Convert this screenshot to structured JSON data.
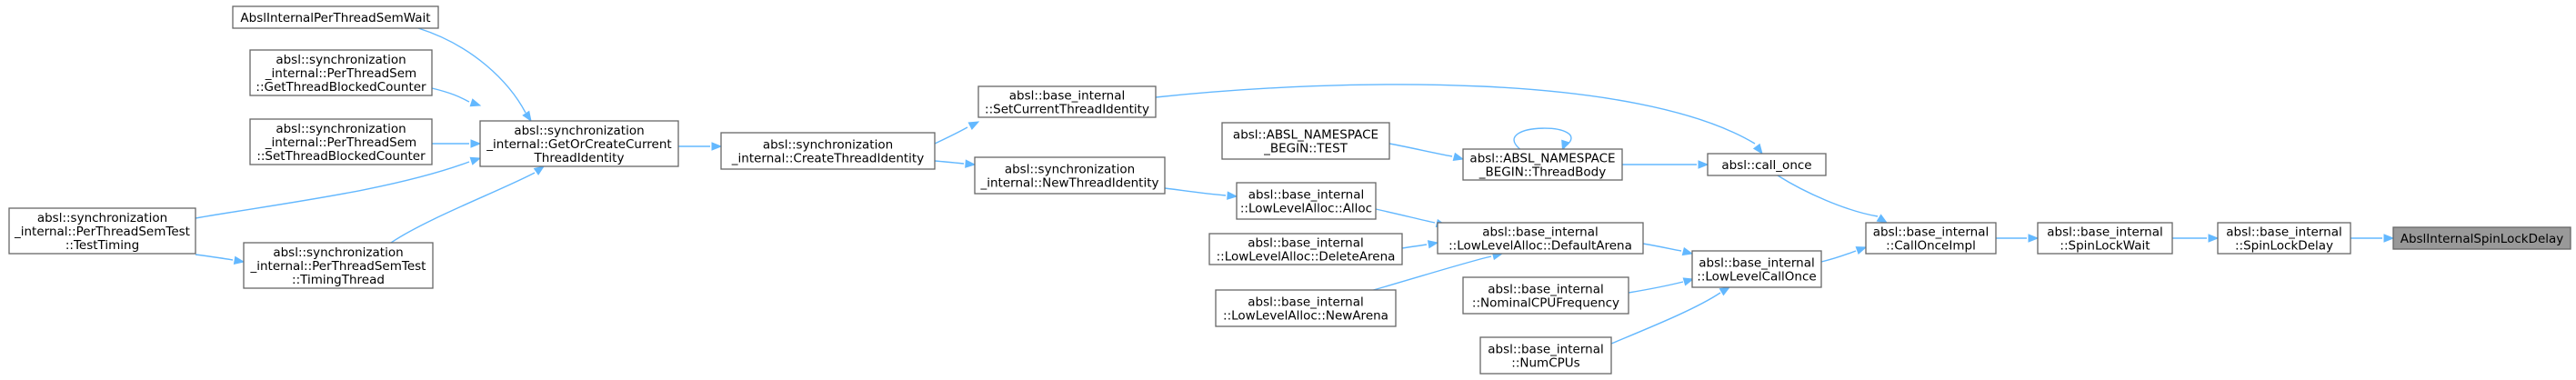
{
  "graph": {
    "colors": {
      "edge": "#63b8ff",
      "node_border": "#666666",
      "root_fill": "#999999"
    },
    "nodes": [
      {
        "id": "n_root",
        "lines": [
          "AbslInternalSpinLockDelay"
        ],
        "root": true
      },
      {
        "id": "n_spinlockdelay",
        "lines": [
          "absl::base_internal",
          "::SpinLockDelay"
        ]
      },
      {
        "id": "n_spinlockwait",
        "lines": [
          "absl::base_internal",
          "::SpinLockWait"
        ]
      },
      {
        "id": "n_calloncempl",
        "lines": [
          "absl::base_internal",
          "::CallOnceImpl"
        ]
      },
      {
        "id": "n_call_once",
        "lines": [
          "absl::call_once"
        ]
      },
      {
        "id": "n_lowlevelcallonce",
        "lines": [
          "absl::base_internal",
          "::LowLevelCallOnce"
        ]
      },
      {
        "id": "n_threadbody",
        "lines": [
          "absl::ABSL_NAMESPACE",
          "_BEGIN::ThreadBody"
        ]
      },
      {
        "id": "n_test",
        "lines": [
          "absl::ABSL_NAMESPACE",
          "_BEGIN::TEST"
        ]
      },
      {
        "id": "n_setcurrentthreadidentity",
        "lines": [
          "absl::base_internal",
          "::SetCurrentThreadIdentity"
        ]
      },
      {
        "id": "n_defaultarena",
        "lines": [
          "absl::base_internal",
          "::LowLevelAlloc::DefaultArena"
        ]
      },
      {
        "id": "n_nominalcpu",
        "lines": [
          "absl::base_internal",
          "::NominalCPUFrequency"
        ]
      },
      {
        "id": "n_numcpus",
        "lines": [
          "absl::base_internal",
          "::NumCPUs"
        ]
      },
      {
        "id": "n_alloc",
        "lines": [
          "absl::base_internal",
          "::LowLevelAlloc::Alloc"
        ]
      },
      {
        "id": "n_deletearena",
        "lines": [
          "absl::base_internal",
          "::LowLevelAlloc::DeleteArena"
        ]
      },
      {
        "id": "n_newarena",
        "lines": [
          "absl::base_internal",
          "::LowLevelAlloc::NewArena"
        ]
      },
      {
        "id": "n_newthreadidentity",
        "lines": [
          "absl::synchronization",
          "_internal::NewThreadIdentity"
        ]
      },
      {
        "id": "n_createthreadidentity",
        "lines": [
          "absl::synchronization",
          "_internal::CreateThreadIdentity"
        ]
      },
      {
        "id": "n_getorcreate",
        "lines": [
          "absl::synchronization",
          "_internal::GetOrCreateCurrent",
          "ThreadIdentity"
        ]
      },
      {
        "id": "n_semwait",
        "lines": [
          "AbslInternalPerThreadSemWait"
        ]
      },
      {
        "id": "n_getblocked",
        "lines": [
          "absl::synchronization",
          "_internal::PerThreadSem",
          "::GetThreadBlockedCounter"
        ]
      },
      {
        "id": "n_setblocked",
        "lines": [
          "absl::synchronization",
          "_internal::PerThreadSem",
          "::SetThreadBlockedCounter"
        ]
      },
      {
        "id": "n_timingthread",
        "lines": [
          "absl::synchronization",
          "_internal::PerThreadSemTest",
          "::TimingThread"
        ]
      },
      {
        "id": "n_testtiming",
        "lines": [
          "absl::synchronization",
          "_internal::PerThreadSemTest",
          "::TestTiming"
        ]
      }
    ],
    "edges": [
      {
        "from": "n_spinlockdelay",
        "to": "n_root"
      },
      {
        "from": "n_spinlockwait",
        "to": "n_spinlockdelay"
      },
      {
        "from": "n_calloncempl",
        "to": "n_spinlockwait"
      },
      {
        "from": "n_call_once",
        "to": "n_calloncempl"
      },
      {
        "from": "n_lowlevelcallonce",
        "to": "n_calloncempl"
      },
      {
        "from": "n_threadbody",
        "to": "n_call_once"
      },
      {
        "from": "n_threadbody",
        "to": "n_threadbody"
      },
      {
        "from": "n_test",
        "to": "n_threadbody"
      },
      {
        "from": "n_setcurrentthreadidentity",
        "to": "n_call_once"
      },
      {
        "from": "n_defaultarena",
        "to": "n_lowlevelcallonce"
      },
      {
        "from": "n_nominalcpu",
        "to": "n_lowlevelcallonce"
      },
      {
        "from": "n_numcpus",
        "to": "n_lowlevelcallonce"
      },
      {
        "from": "n_alloc",
        "to": "n_defaultarena"
      },
      {
        "from": "n_deletearena",
        "to": "n_defaultarena"
      },
      {
        "from": "n_newarena",
        "to": "n_defaultarena"
      },
      {
        "from": "n_newthreadidentity",
        "to": "n_alloc"
      },
      {
        "from": "n_createthreadidentity",
        "to": "n_setcurrentthreadidentity"
      },
      {
        "from": "n_createthreadidentity",
        "to": "n_newthreadidentity"
      },
      {
        "from": "n_getorcreate",
        "to": "n_createthreadidentity"
      },
      {
        "from": "n_semwait",
        "to": "n_getorcreate"
      },
      {
        "from": "n_getblocked",
        "to": "n_getorcreate"
      },
      {
        "from": "n_setblocked",
        "to": "n_getorcreate"
      },
      {
        "from": "n_timingthread",
        "to": "n_getorcreate"
      },
      {
        "from": "n_testtiming",
        "to": "n_getorcreate"
      },
      {
        "from": "n_testtiming",
        "to": "n_timingthread"
      }
    ]
  }
}
